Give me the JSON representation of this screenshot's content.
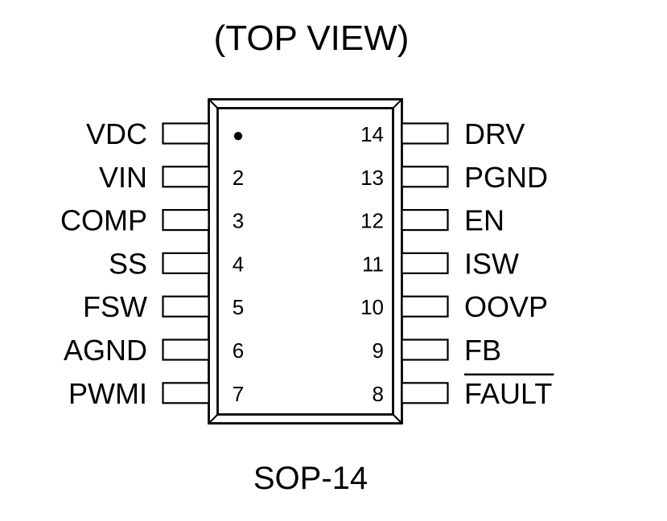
{
  "view_title": "(TOP VIEW)",
  "package_name": "SOP-14",
  "pin1_marker": "●",
  "left_pins": [
    {
      "number": "",
      "name": "VDC"
    },
    {
      "number": "2",
      "name": "VIN"
    },
    {
      "number": "3",
      "name": "COMP"
    },
    {
      "number": "4",
      "name": "SS"
    },
    {
      "number": "5",
      "name": "FSW"
    },
    {
      "number": "6",
      "name": "AGND"
    },
    {
      "number": "7",
      "name": "PWMI"
    }
  ],
  "right_pins": [
    {
      "number": "14",
      "name": "DRV",
      "overline": false
    },
    {
      "number": "13",
      "name": "PGND",
      "overline": false
    },
    {
      "number": "12",
      "name": "EN",
      "overline": false
    },
    {
      "number": "11",
      "name": "ISW",
      "overline": false
    },
    {
      "number": "10",
      "name": "OOVP",
      "overline": false
    },
    {
      "number": "9",
      "name": "FB",
      "overline": false
    },
    {
      "number": "8",
      "name": "FAULT",
      "overline": true
    }
  ]
}
